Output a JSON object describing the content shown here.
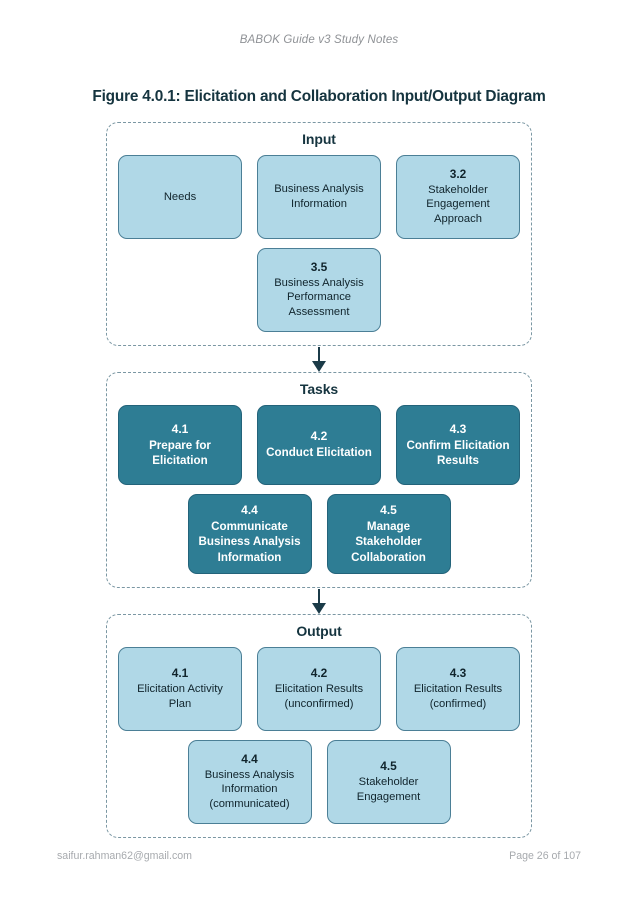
{
  "page_header": "BABOK Guide v3 Study Notes",
  "figure_title": "Figure 4.0.1: Elicitation and Collaboration Input/Output Diagram",
  "colors": {
    "light_box_fill": "#b0d8e7",
    "light_box_border": "#4b7f96",
    "dark_box_fill": "#2e7d94",
    "dark_box_border": "#23637a",
    "section_border": "#7b97a3",
    "arrow": "#1b3b48",
    "title_text": "#15343f",
    "footer_text": "#a7aaae"
  },
  "sections": [
    {
      "title": "Input",
      "style": "light",
      "rows": [
        [
          {
            "num": "",
            "lines": [
              "Needs"
            ]
          },
          {
            "num": "",
            "lines": [
              "Business Analysis",
              "Information"
            ]
          },
          {
            "num": "3.2",
            "lines": [
              "Stakeholder",
              "Engagement",
              "Approach"
            ]
          }
        ],
        [
          {
            "num": "3.5",
            "lines": [
              "Business Analysis",
              "Performance",
              "Assessment"
            ]
          }
        ]
      ]
    },
    {
      "title": "Tasks",
      "style": "dark",
      "rows": [
        [
          {
            "num": "4.1",
            "lines": [
              "Prepare for",
              "Elicitation"
            ]
          },
          {
            "num": "4.2",
            "lines": [
              "Conduct Elicitation"
            ]
          },
          {
            "num": "4.3",
            "lines": [
              "Confirm Elicitation",
              "Results"
            ]
          }
        ],
        [
          {
            "num": "4.4",
            "lines": [
              "Communicate",
              "Business Analysis",
              "Information"
            ]
          },
          {
            "num": "4.5",
            "lines": [
              "Manage",
              "Stakeholder",
              "Collaboration"
            ]
          }
        ]
      ]
    },
    {
      "title": "Output",
      "style": "light",
      "rows": [
        [
          {
            "num": "4.1",
            "lines": [
              "Elicitation Activity",
              "Plan"
            ]
          },
          {
            "num": "4.2",
            "lines": [
              "Elicitation Results",
              "(unconfirmed)"
            ]
          },
          {
            "num": "4.3",
            "lines": [
              "Elicitation Results",
              "(confirmed)"
            ]
          }
        ],
        [
          {
            "num": "4.4",
            "lines": [
              "Business Analysis",
              "Information",
              "(communicated)"
            ]
          },
          {
            "num": "4.5",
            "lines": [
              "Stakeholder",
              "Engagement"
            ]
          }
        ]
      ]
    }
  ],
  "footer": {
    "email": "saifur.rahman62@gmail.com",
    "page": "Page 26 of 107"
  }
}
